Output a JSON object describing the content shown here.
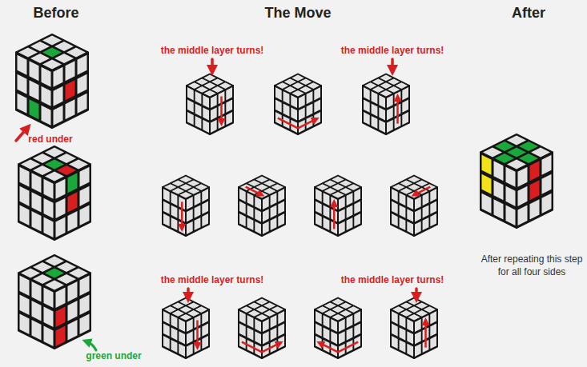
{
  "diagram": {
    "labels": [
      "Before",
      "The Move",
      "After",
      "red under",
      "green under",
      "the middle layer turns!",
      "the middle layer turns!",
      "the middle layer turns!",
      "the middle layer turns!",
      "After repeating this step for all four sides"
    ]
  }
}
